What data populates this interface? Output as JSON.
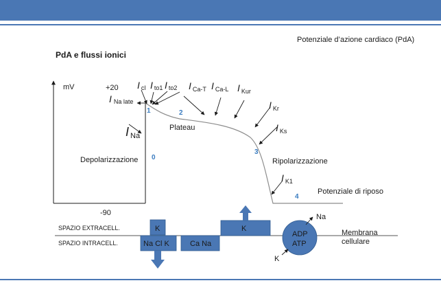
{
  "slide": {
    "subtitle": "Potenziale d’azione cardiaco (PdA)",
    "title": "PdA e flussi ionici"
  },
  "axis": {
    "y_unit": "mV",
    "top_value": "+20",
    "bottom_value": "-90"
  },
  "currents": {
    "i_cl": {
      "main": "I",
      "sub": "cl"
    },
    "i_to1": {
      "main": "I",
      "sub": "to1"
    },
    "i_to2": {
      "main": "I",
      "sub": "to2"
    },
    "i_ca_t": {
      "main": "I",
      "sub": "Ca-T"
    },
    "i_ca_l": {
      "main": "I",
      "sub": "Ca-L"
    },
    "i_kur": {
      "main": "I",
      "sub": "Kur"
    },
    "i_kr": {
      "main": "I",
      "sub": "Kr"
    },
    "i_ks": {
      "main": "I",
      "sub": "Ks"
    },
    "i_k1": {
      "main": "I",
      "sub": "K1"
    },
    "i_na_late": {
      "main": "I",
      "sub": "Na late"
    },
    "i_na": {
      "main": "I",
      "sub": "Na"
    }
  },
  "phases": {
    "p0": "0",
    "p1": "1",
    "p2": "2",
    "p3": "3",
    "p4": "4",
    "depolarization": "Depolarizzazione",
    "plateau": "Plateau",
    "repolarization": "Ripolarizzazione",
    "resting": "Potenziale di riposo"
  },
  "membrane": {
    "extracellular": "SPAZIO EXTRACELL.",
    "intracellular": "SPAZIO  INTRACELL.",
    "k_channel_top": "K",
    "na_cl_k_channel": "Na Cl K",
    "ca_na_exchanger": "Ca Na",
    "k_channel_right": "K",
    "pump_adp": "ADP",
    "pump_atp": "ATP",
    "pump_na": "Na",
    "pump_k": "K",
    "membrane_label_1": "Membrana",
    "membrane_label_2": "cellulare"
  },
  "colors": {
    "accent": "#4a77b4",
    "phase_number": "#3a7cc0",
    "curve": "#8c8c8c"
  }
}
